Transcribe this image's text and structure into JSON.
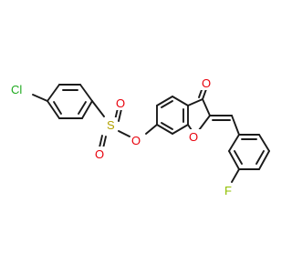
{
  "atoms": {
    "cl": "Cl",
    "s": "S",
    "o_s_top": "O",
    "o_s_bottom": "O",
    "o_ester": "O",
    "o_ketone": "O",
    "o_ring": "O",
    "f": "F"
  },
  "colors": {
    "bond": "#1a1a1a",
    "chlorine": "#1faa1f",
    "oxygen": "#e8000b",
    "sulfur": "#b3a100",
    "fluorine": "#8fbf00"
  }
}
